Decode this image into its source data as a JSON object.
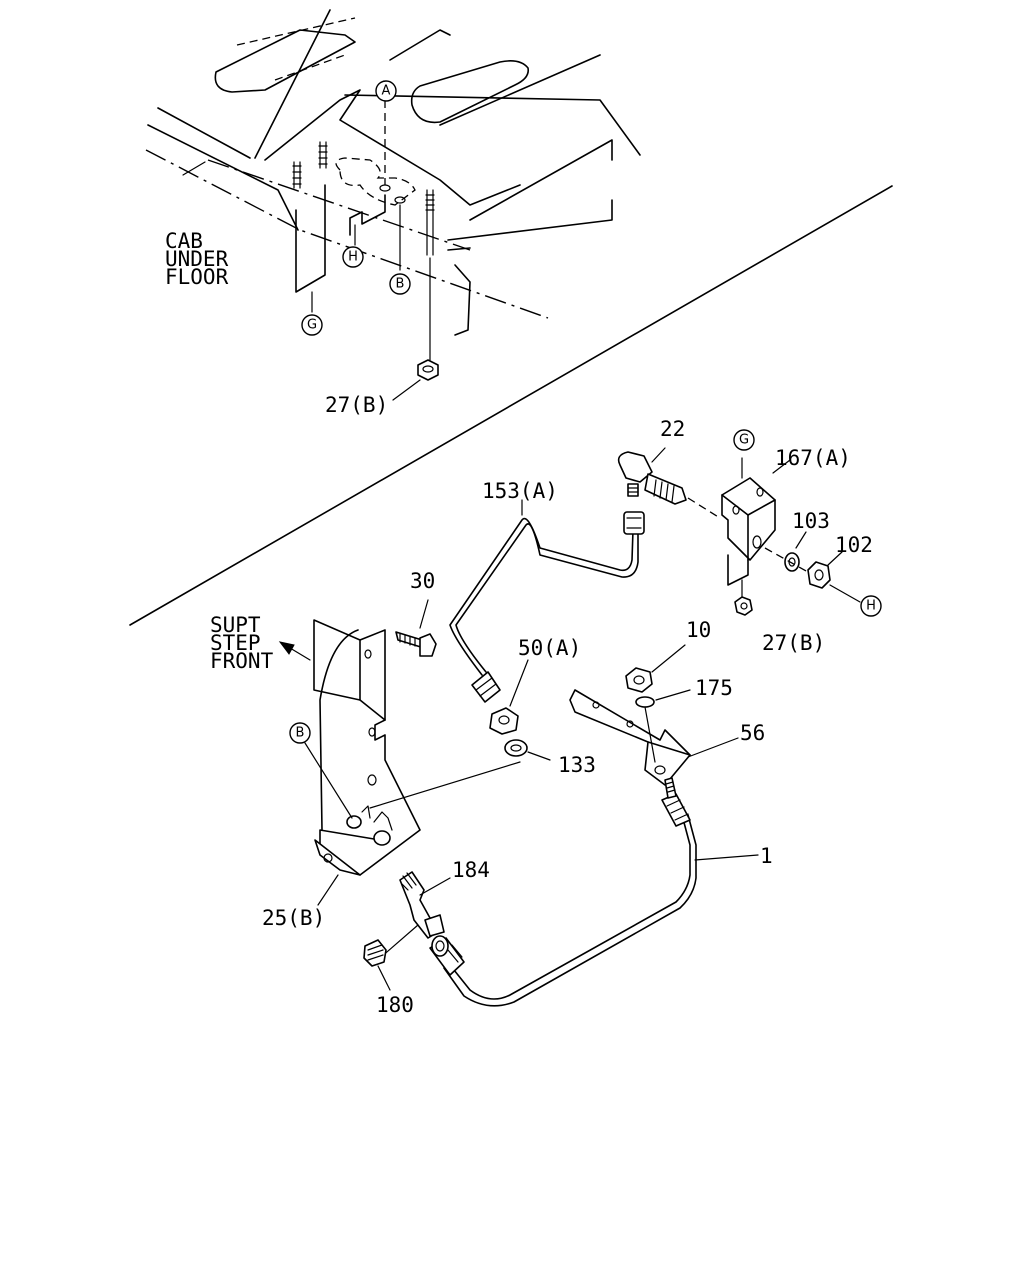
{
  "upper_view": {
    "cab_under_floor_label": [
      "CAB",
      "UNDER",
      "FLOOR"
    ],
    "part_27b_label": "27(B)",
    "ref_a": "A",
    "ref_b": "B",
    "ref_g": "G",
    "ref_h": "H"
  },
  "lower_view": {
    "supt_step_front_label": [
      "SUPT",
      "STEP",
      "FRONT"
    ],
    "labels": {
      "p22": "22",
      "p167a": "167(A)",
      "p153a": "153(A)",
      "p103": "103",
      "p102": "102",
      "p27b": "27(B)",
      "p30": "30",
      "p50a": "50(A)",
      "p10": "10",
      "p175": "175",
      "p56": "56",
      "p133": "133",
      "p1": "1",
      "p184": "184",
      "p25b": "25(B)",
      "p180": "180"
    },
    "ref_g": "G",
    "ref_h": "H",
    "ref_b": "B"
  }
}
